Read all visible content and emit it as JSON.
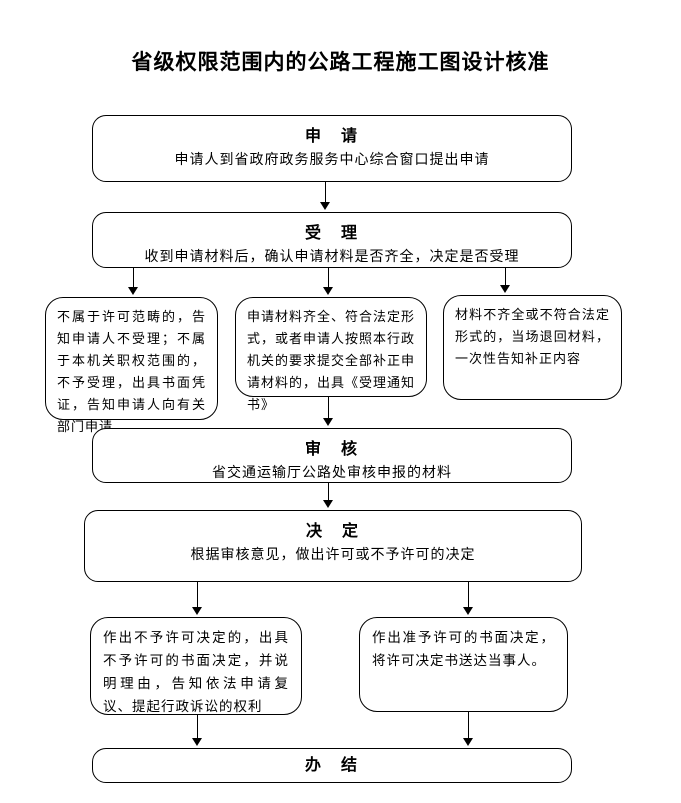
{
  "title": "省级权限范围内的公路工程施工图设计核准",
  "flow": {
    "apply": {
      "heading": "申　请",
      "body": "申请人到省政府政务服务中心综合窗口提出申请"
    },
    "accept": {
      "heading": "受　理",
      "body": "收到申请材料后，确认申请材料是否齐全，决定是否受理"
    },
    "branch_not_in_scope": {
      "body": "不属于许可范畴的，告知申请人不受理；不属于本机关职权范围的，不予受理，出具书面凭证，告知申请人向有关部门申请"
    },
    "branch_complete": {
      "body": "申请材料齐全、符合法定形式，或者申请人按照本行政机关的要求提交全部补正申请材料的，出具《受理通知书》"
    },
    "branch_incomplete": {
      "body": "材料不齐全或不符合法定形式的，当场退回材料，一次性告知补正内容"
    },
    "review": {
      "heading": "审　核",
      "body": "省交通运输厅公路处审核申报的材料"
    },
    "decide": {
      "heading": "决　定",
      "body": "根据审核意见，做出许可或不予许可的决定"
    },
    "outcome_deny": {
      "body": "作出不予许可决定的，出具不予许可的书面决定，并说明理由，告知依法申请复议、提起行政诉讼的权利"
    },
    "outcome_grant": {
      "body": "作出准予许可的书面决定，将许可决定书送达当事人。"
    },
    "done": {
      "heading": "办　结"
    }
  },
  "colors": {
    "line": "#000000",
    "background": "#ffffff",
    "text": "#000000"
  }
}
